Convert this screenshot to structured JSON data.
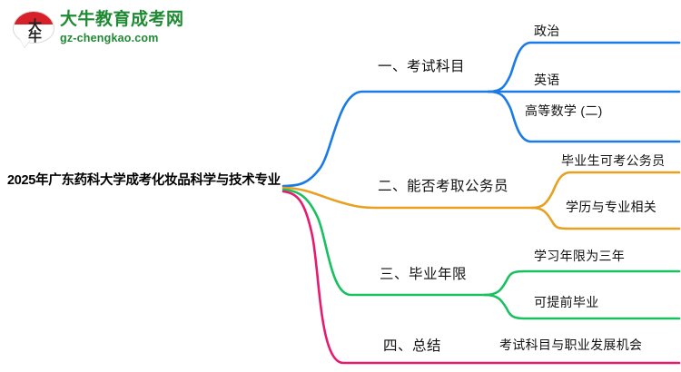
{
  "logo": {
    "mark_text_1": "大",
    "mark_text_2": "牛",
    "title": "大牛教育成考网",
    "subtitle": "gz-chengkao.com",
    "brand_green": "#1f8a33",
    "brand_red": "#d8202a"
  },
  "mindmap": {
    "root": "2025年广东药科大学成考化妆品科学与技术专业",
    "branches": [
      {
        "label": "一、考试科目",
        "color": "#1a7ae8",
        "children": [
          "政治",
          "英语",
          "高等数学 (二)"
        ]
      },
      {
        "label": "二、能否考取公务员",
        "color": "#e8a020",
        "children": [
          "毕业生可考公务员",
          "学历与专业相关"
        ]
      },
      {
        "label": "三、毕业年限",
        "color": "#18c060",
        "children": [
          "学习年限为三年",
          "可提前毕业"
        ]
      },
      {
        "label": "四、总结",
        "color": "#e81a70",
        "children": [
          "考试科目与职业发展机会"
        ]
      }
    ]
  }
}
